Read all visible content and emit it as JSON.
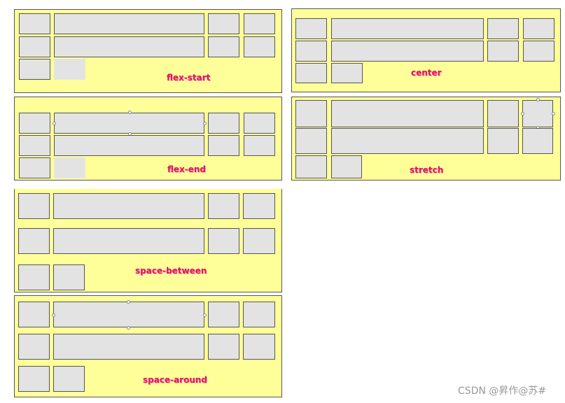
{
  "panels": [
    {
      "label": "flex-start"
    },
    {
      "label": "center"
    },
    {
      "label": "flex-end"
    },
    {
      "label": "stretch"
    },
    {
      "label": "space-between"
    },
    {
      "label": "space-around"
    }
  ],
  "watermark": "CSDN @昇作@苏#",
  "colors": {
    "panel_bg": "#ffff99",
    "box_bg": "#e3e3e3",
    "label": "#e0135a"
  }
}
